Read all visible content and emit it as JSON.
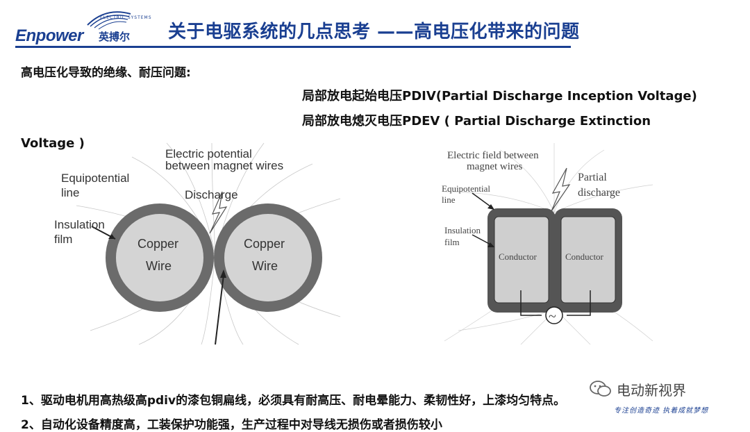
{
  "header": {
    "logo_word": "Enpower",
    "logo_cn": "英搏尔",
    "logo_tag": "ELECTRIC SYSTEMS",
    "title": "关于电驱系统的几点思考 ——高电压化带来的问题"
  },
  "body": {
    "subtitle": "高电压化导致的绝缘、耐压问题:",
    "pdiv": "局部放电起始电压PDIV(Partial Discharge Inception Voltage)",
    "pdev": "局部放电熄灭电压PDEV ( Partial Discharge Extinction",
    "pdev_cont": "Voltage )",
    "point1": "1、驱动电机用高热级高pdiv的漆包铜扁线，必须具有耐高压、耐电晕能力、柔韧性好，上漆均匀特点。",
    "point2": "2、自动化设备精度高，工装保护功能强，生产过程中对导线无损伤或者损伤较小"
  },
  "diagram_left": {
    "label_potential_1": "Electric potential",
    "label_potential_2": "between magnet wires",
    "label_equi_1": "Equipotential",
    "label_equi_2": "line",
    "label_discharge": "Discharge",
    "label_insul_1": "Insulation",
    "label_insul_2": "film",
    "wire_1": "Copper",
    "wire_2": "Wire"
  },
  "diagram_right": {
    "label_field_1": "Electric field between",
    "label_field_2": "magnet wires",
    "label_partial_1": "Partial",
    "label_partial_2": "discharge",
    "label_equi_1": "Equipotential",
    "label_equi_2": "line",
    "label_insul_1": "Insulation",
    "label_insul_2": "film",
    "conductor": "Conductor",
    "ac_symbol": "~"
  },
  "watermark": {
    "name": "电动新视界",
    "slogan": "专注创造奇迹  执着成就梦想"
  },
  "colors": {
    "brand": "#1a3f91",
    "insulation": "#6b6b6b",
    "conductor": "#cfcfcf"
  }
}
